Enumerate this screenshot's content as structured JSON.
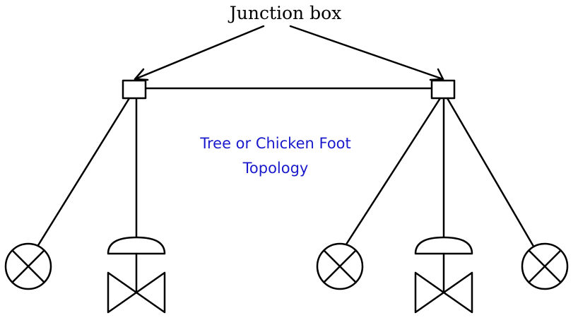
{
  "annotation": {
    "label": "Junction box"
  },
  "title": {
    "line1": "Tree or Chicken Foot",
    "line2": "Topology"
  },
  "colors": {
    "stroke": "#000000",
    "title": "#1a1acc",
    "background": "#ffffff"
  },
  "components": {
    "junction_boxes": 2,
    "lamps": 3,
    "valves": 2
  }
}
